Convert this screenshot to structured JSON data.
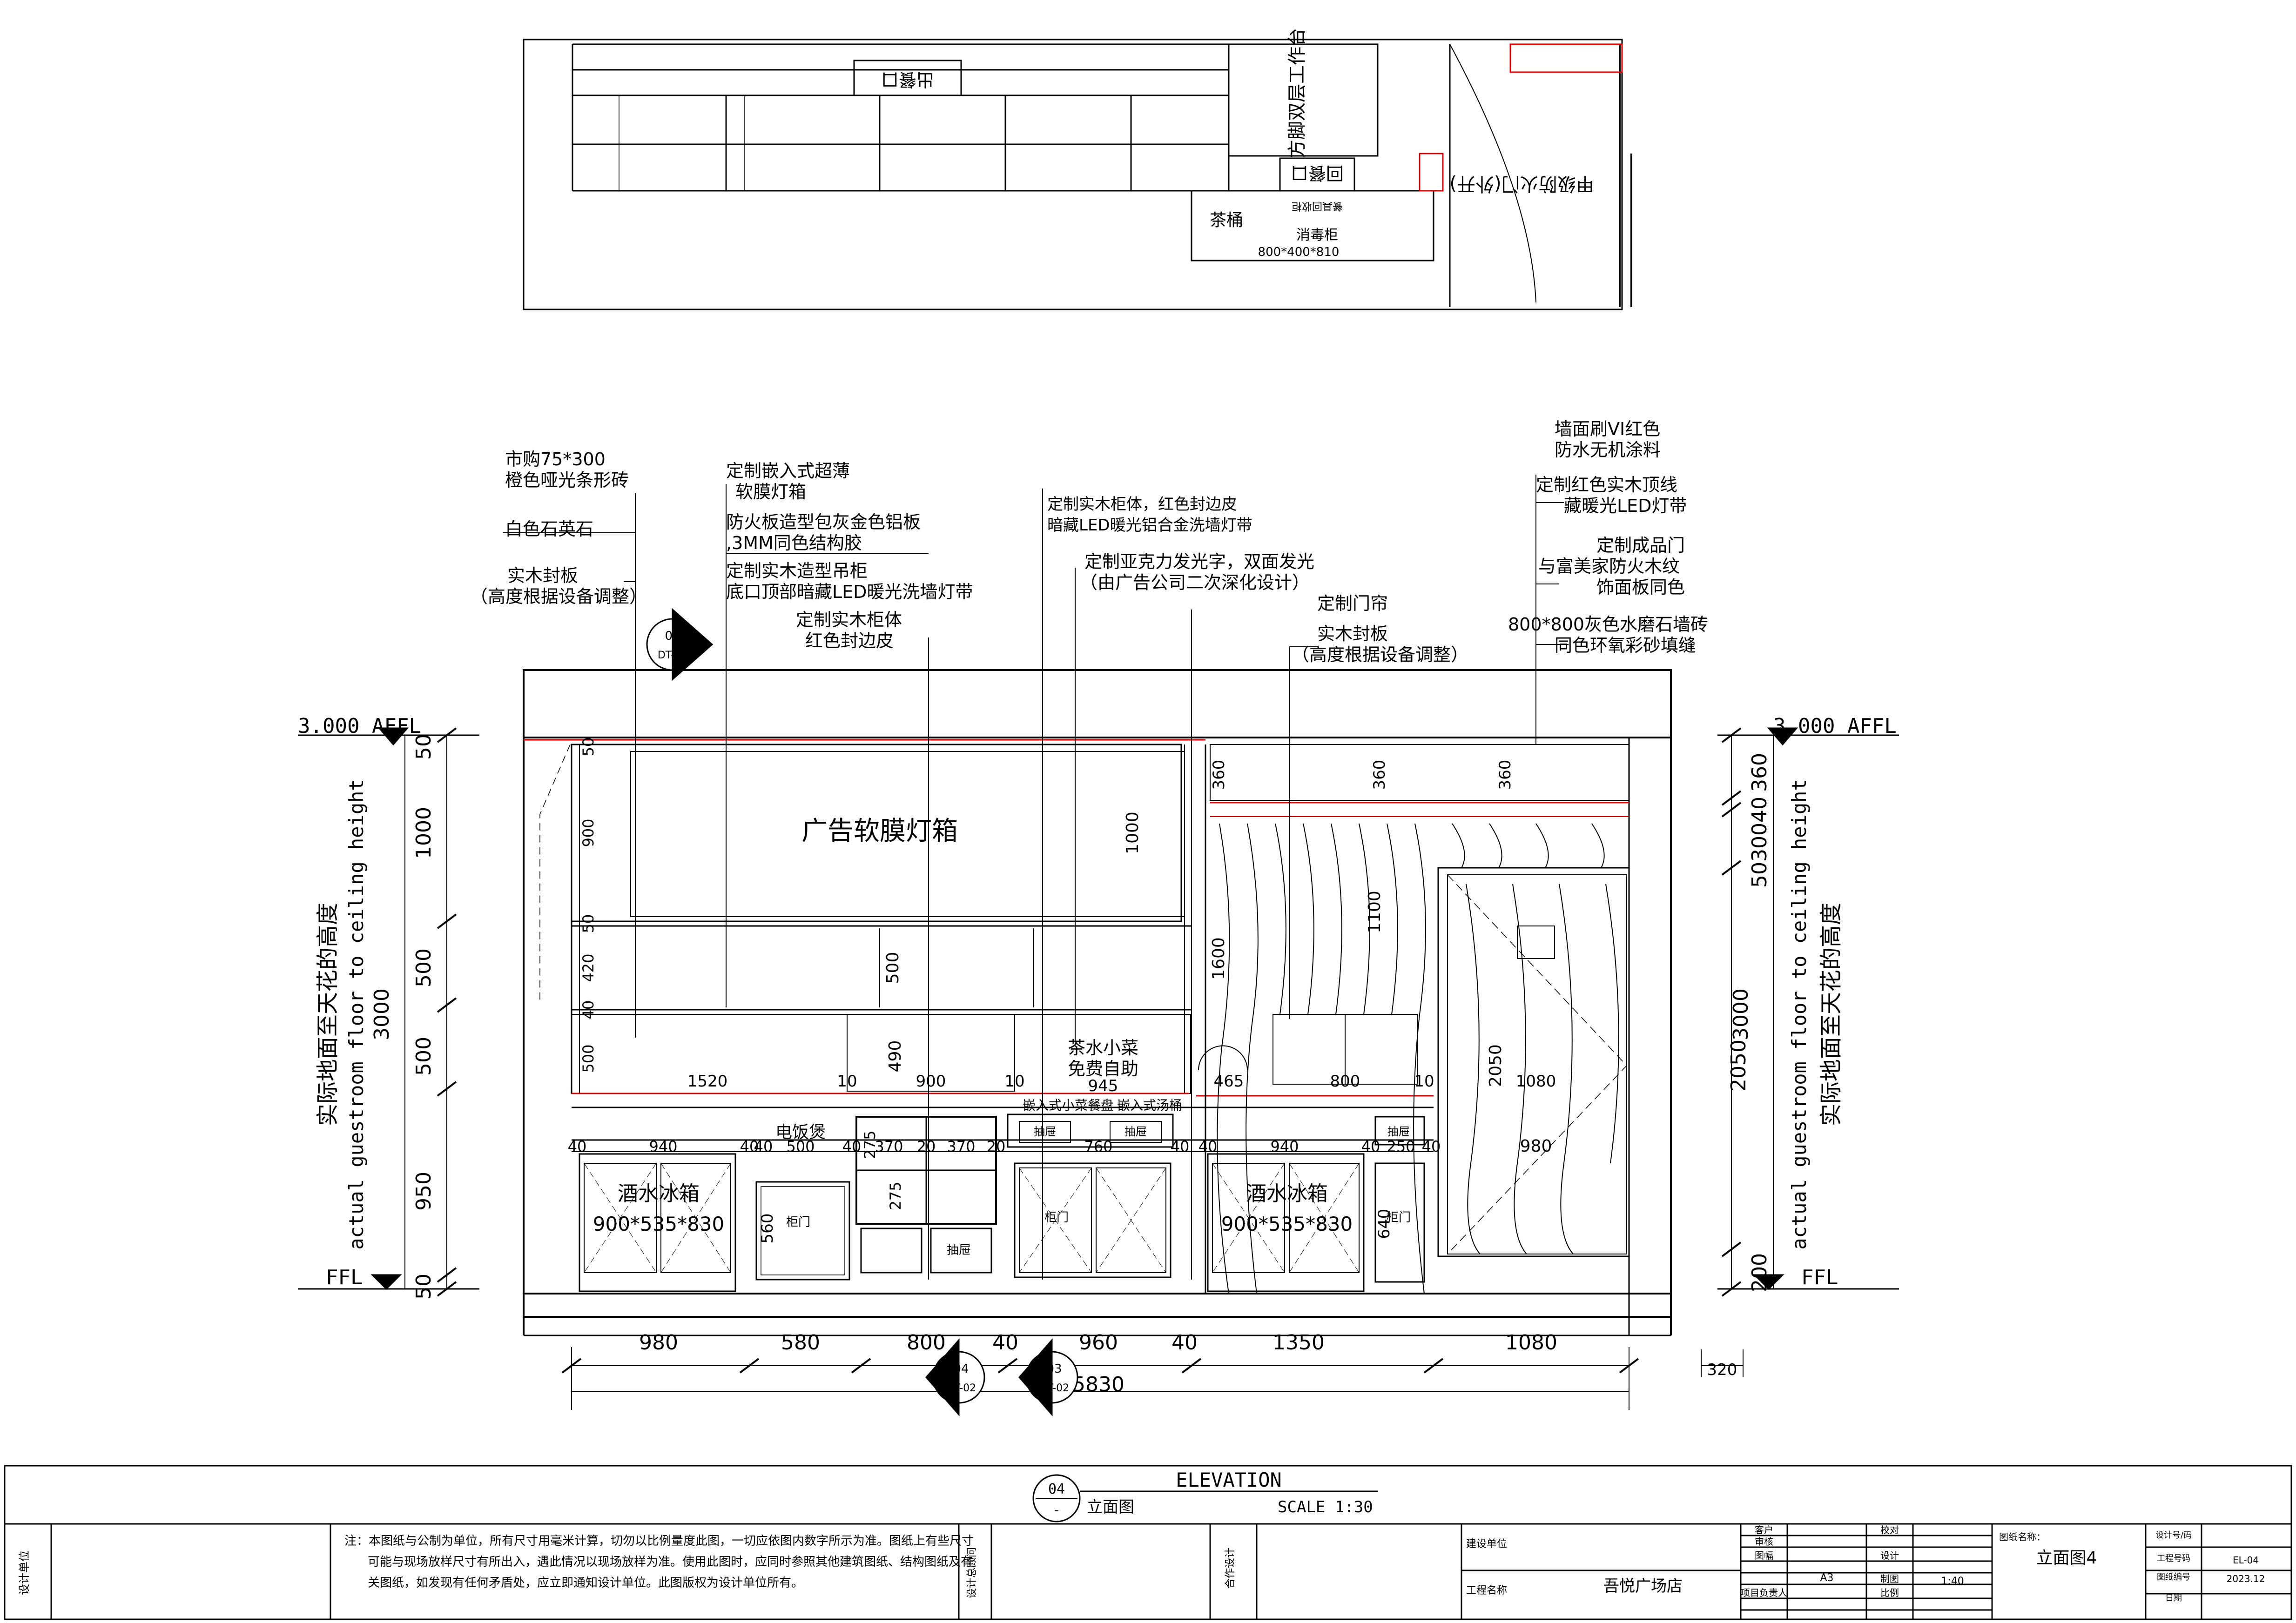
{
  "plan": {
    "labels": {
      "outlet": "出餐口",
      "return": "回餐口",
      "fire_door": "甲级防火门(外开)",
      "double_shelf": "方脚双层工作台",
      "tea_bucket": "茶桶",
      "sterilizer": "消毒柜",
      "sterilizer_size": "800*400*810",
      "small_text": "餐具回收柜"
    }
  },
  "annotations": {
    "left": [
      [
        "市购75*300",
        "橙色哑光条形砖"
      ],
      [
        "白色石英石"
      ],
      [
        "实木封板",
        "（高度根据设备调整）"
      ]
    ],
    "mid_left": [
      [
        "定制嵌入式超薄",
        "软膜灯箱"
      ],
      [
        "防火板造型包灰金色铝板",
        ",3MM同色结构胶"
      ],
      [
        "定制实木造型吊柜",
        "底口顶部暗藏LED暖光洗墙灯带"
      ],
      [
        "定制实木柜体",
        "红色封边皮"
      ]
    ],
    "middle": [
      [
        "定制实木柜体，红色封边皮",
        "暗藏LED暖光铝合金洗墙灯带"
      ],
      [
        "定制亚克力发光字，双面发光",
        "（由广告公司二次深化设计）"
      ],
      [
        "定制门帘"
      ],
      [
        "实木封板",
        "（高度根据设备调整）"
      ]
    ],
    "right": [
      [
        "墙面刷VI红色",
        "防水无机涂料"
      ],
      [
        "定制红色实木顶线",
        "藏暖光LED灯带"
      ],
      [
        "定制成品门",
        "与富美家防火木纹",
        "饰面板同色"
      ],
      [
        "800*800灰色水磨石墙砖",
        "同色环氧彩砂填缝"
      ]
    ]
  },
  "elevation": {
    "level_top": "3.000 AFFL",
    "level_floor": "FFL",
    "side_label_cn": "实际地面至天花的高度",
    "side_label_en": "actual guestroom floor to ceiling height",
    "lightbox": "广告软膜灯箱",
    "fridge_name": "酒水冰箱",
    "fridge_size": "900*535*830",
    "tea_snack": "茶水小菜",
    "self_service": "免费自助",
    "rice_cooker": "电饭煲",
    "embedded_basin": "嵌入式小菜餐盘",
    "embedded_soup": "嵌入式汤桶",
    "cabinet_door": "柜门",
    "drawer": "抽屉",
    "mark_02": "02",
    "mark_dt02": "DT-02",
    "mark_03": "03",
    "mark_04": "04"
  },
  "dims": {
    "left_chain": [
      "50",
      "1000",
      "500",
      "500",
      "950",
      "50"
    ],
    "left_total": "3000",
    "inner_left": [
      "50",
      "900",
      "50",
      "420",
      "40",
      "500"
    ],
    "right_chain": [
      "360",
      "40",
      "300",
      "50",
      "2050",
      "200"
    ],
    "right_total": "3000",
    "bottom": [
      "980",
      "580",
      "800",
      "40",
      "960",
      "40",
      "1350",
      "1080"
    ],
    "bottom_total": "5830",
    "bottom_extra": "320",
    "row_1520": "1520",
    "row_10a": "10",
    "row_900": "900",
    "row_10b": "10",
    "row_945": "945",
    "row_465": "465",
    "row_800": "800",
    "row_10c": "10",
    "row_1080": "1080",
    "counter": [
      "40",
      "940",
      "40",
      "40",
      "500",
      "40",
      "370",
      "20",
      "370",
      "20",
      "760",
      "40",
      "40",
      "940",
      "40",
      "250",
      "40"
    ],
    "misc_1000": "1000",
    "misc_500a": "500",
    "misc_490": "490",
    "misc_1100": "1100",
    "misc_1600": "1600",
    "misc_2050": "2050",
    "misc_980": "980",
    "misc_560": "560",
    "misc_275a": "275",
    "misc_275b": "275",
    "misc_640": "640",
    "misc_360": "360"
  },
  "title": {
    "main": "ELEVATION",
    "sub": "立面图",
    "scale": "SCALE 1:30",
    "num": "04",
    "dash": "-"
  },
  "titleblock": {
    "design_unit": "设计单位",
    "notes_lead": "注：本图纸与公制为单位，所有尺寸用毫米计算，切勿以比例量度此图，一切应依图内数字所示为准。图纸上有些尺寸",
    "notes_2": "可能与现场放样尺寸有所出入，遇此情况以现场放样为准。使用此图时，应同时参照其他建筑图纸、结构图纸及有",
    "notes_3": "关图纸，如发现有任何矛盾处，应立即通知设计单位。此图版权为设计单位所有。",
    "design_director": "设计总顾问",
    "coop_design": "合作设计",
    "client_unit": "建设单位",
    "project_name_label": "工程名称",
    "project_name": "吾悦广场店",
    "customer": "客户",
    "review": "审核",
    "drawing_size": "图幅",
    "size_value": "A3",
    "project_lead": "项目负责人",
    "check": "校对",
    "design": "设计",
    "draw": "制图",
    "scale_label": "比例",
    "scale_value": "1:40",
    "sheet_name_label": "图纸名称：",
    "sheet_name": "立面图4",
    "design_no": "设计号/码",
    "project_code": "工程号码",
    "drawing_no": "图纸编号",
    "drawing_no_value": "EL-04",
    "date": "日期",
    "date_value": "2023.12"
  }
}
